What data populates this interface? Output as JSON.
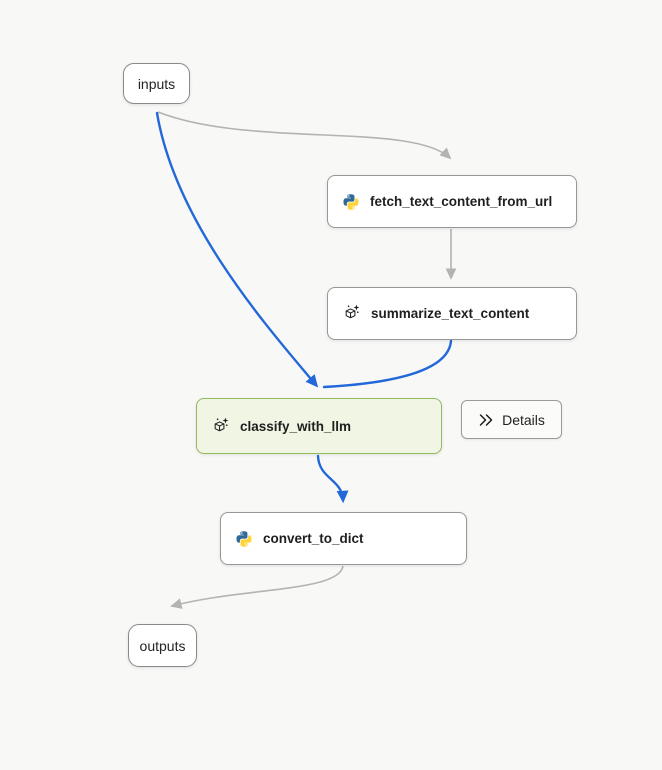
{
  "canvas": {
    "background_color": "#f8f8f7"
  },
  "colors": {
    "edge_default": "#b3b3b1",
    "edge_active": "#2268d9",
    "node_background": "#ffffff",
    "node_border": "#979795",
    "selected_node_background": "#f0f5e4",
    "selected_node_border": "#93ba5d",
    "label_text": "#1f1f1f"
  },
  "nodes": [
    {
      "id": "inputs",
      "label": "inputs",
      "type": "terminal",
      "icon": null,
      "selected": false
    },
    {
      "id": "fetch_text_content_from_url",
      "label": "fetch_text_content_from_url",
      "type": "python",
      "icon": "python-icon",
      "selected": false
    },
    {
      "id": "summarize_text_content",
      "label": "summarize_text_content",
      "type": "llm",
      "icon": "llm-icon",
      "selected": false
    },
    {
      "id": "classify_with_llm",
      "label": "classify_with_llm",
      "type": "llm",
      "icon": "llm-icon",
      "selected": true
    },
    {
      "id": "convert_to_dict",
      "label": "convert_to_dict",
      "type": "python",
      "icon": "python-icon",
      "selected": false
    },
    {
      "id": "outputs",
      "label": "outputs",
      "type": "terminal",
      "icon": null,
      "selected": false
    }
  ],
  "edges": [
    {
      "from": "inputs",
      "to": "fetch_text_content_from_url",
      "kind": "default"
    },
    {
      "from": "inputs",
      "to": "classify_with_llm",
      "kind": "active"
    },
    {
      "from": "fetch_text_content_from_url",
      "to": "summarize_text_content",
      "kind": "default"
    },
    {
      "from": "summarize_text_content",
      "to": "classify_with_llm",
      "kind": "active"
    },
    {
      "from": "classify_with_llm",
      "to": "convert_to_dict",
      "kind": "active"
    },
    {
      "from": "convert_to_dict",
      "to": "outputs",
      "kind": "default"
    }
  ],
  "details_button": {
    "label": "Details",
    "icon": "double-chevron-right-icon"
  }
}
